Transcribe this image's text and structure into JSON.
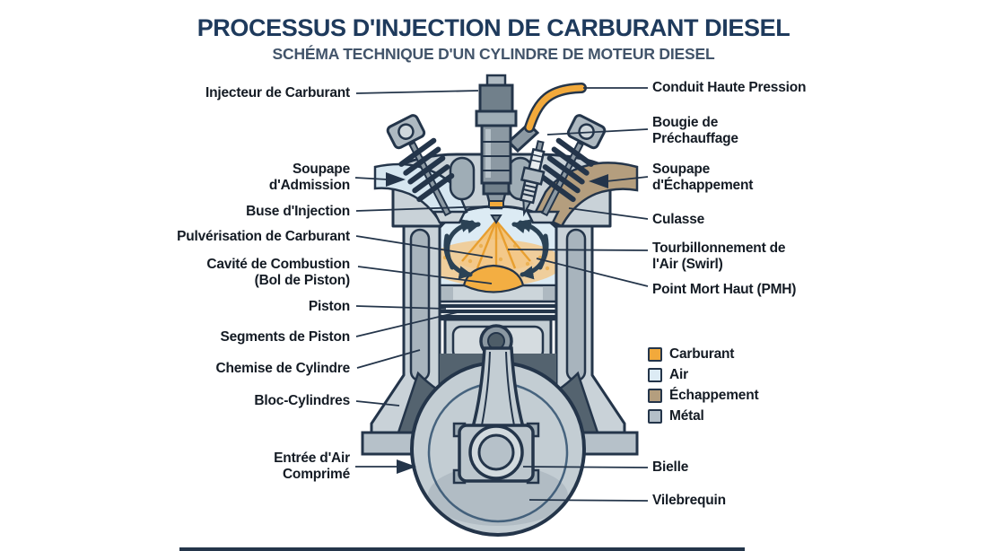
{
  "header": {
    "title": "PROCESSUS D'INJECTION DE CARBURANT DIESEL",
    "subtitle": "SCHÉMA TECHNIQUE D'UN CYLINDRE DE MOTEUR DIESEL"
  },
  "labels": {
    "left": [
      "Injecteur de Carburant",
      "Soupape\nd'Admission",
      "Buse d'Injection",
      "Pulvérisation de Carburant",
      "Cavité de Combustion\n(Bol de Piston)",
      "Piston",
      "Segments de Piston",
      "Chemise de Cylindre",
      "Bloc-Cylindres",
      "Entrée d'Air\nComprimé"
    ],
    "right": [
      "Conduit Haute Pression",
      "Bougie de\nPréchauffage",
      "Soupape\nd'Échappement",
      "Culasse",
      "Tourbillonnement de\nl'Air (Swirl)",
      "Point Mort Haut (PMH)",
      "Bielle",
      "Vilebrequin"
    ]
  },
  "legend": {
    "items": [
      {
        "label": "Carburant",
        "color": "#F2A93B"
      },
      {
        "label": "Air",
        "color": "#DCEBF4"
      },
      {
        "label": "Échappement",
        "color": "#B49E7E"
      },
      {
        "label": "Métal",
        "color": "#B3BFC8"
      }
    ]
  },
  "colors": {
    "outline": "#24354A",
    "title": "#1E3A5C",
    "subtitle": "#42546A",
    "fuel": "#F2A93B",
    "fuel_spray": "#F2C98C",
    "air": "#DCEBF4",
    "exhaust": "#B49E7E",
    "metal_light": "#C9D2D8",
    "metal_mid": "#9FADB6",
    "metal_dark": "#54636F"
  }
}
